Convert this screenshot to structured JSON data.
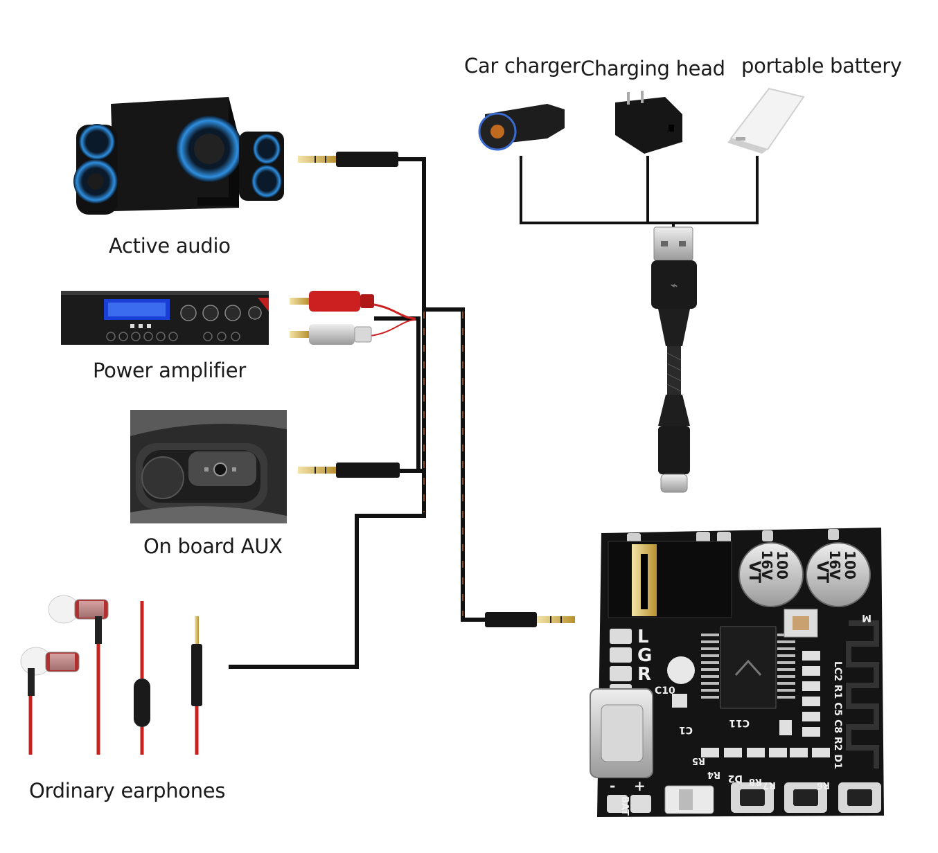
{
  "labels": {
    "active_audio": "Active audio",
    "power_amplifier": "Power amplifier",
    "on_board_aux": "On board AUX",
    "ordinary_earphones": "Ordinary earphones",
    "car_charger": "Car charger",
    "charging_head": "Charging head",
    "portable_battery": "portable battery"
  },
  "board": {
    "capacitor_value": "100",
    "capacitor_voltage": "16V",
    "capacitor_code": "VT",
    "pin_l": "L",
    "pin_g": "G",
    "pin_r": "R",
    "bat_label": "BAT",
    "minus": "-",
    "plus": "+",
    "silk_right": "LC2 R1 C5 C8 R2 D1",
    "silk_c10": "C10",
    "silk_c11": "C11",
    "silk_c1": "C1",
    "silk_d2": "D2",
    "silk_r4": "R4",
    "silk_r5": "R5",
    "silk_r6": "R6",
    "silk_r7": "R7",
    "silk_r8": "R8",
    "silk_m": "M"
  },
  "colors": {
    "cable": "#111111",
    "rca_red": "#cc1f1f",
    "pcb": "#141414",
    "earphone_red": "#c8221e",
    "speaker_glow": "#2f8fe0"
  }
}
